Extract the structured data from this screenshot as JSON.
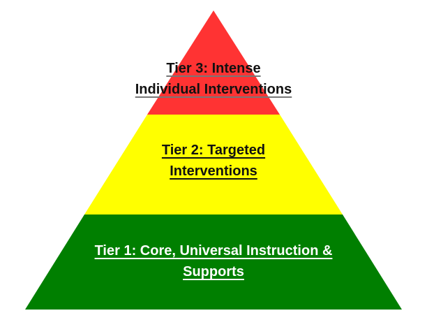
{
  "pyramid": {
    "tiers": [
      {
        "id": "tier3",
        "lines": [
          "Tier 3: Intense",
          "Individual Interventions"
        ],
        "color": "#ff3333"
      },
      {
        "id": "tier2",
        "lines": [
          "Tier 2: Targeted",
          "Interventions"
        ],
        "color": "#ffff00"
      },
      {
        "id": "tier1",
        "lines": [
          "Tier 1: Core, Universal Instruction &",
          "Supports"
        ],
        "color": "#007f00"
      }
    ]
  }
}
